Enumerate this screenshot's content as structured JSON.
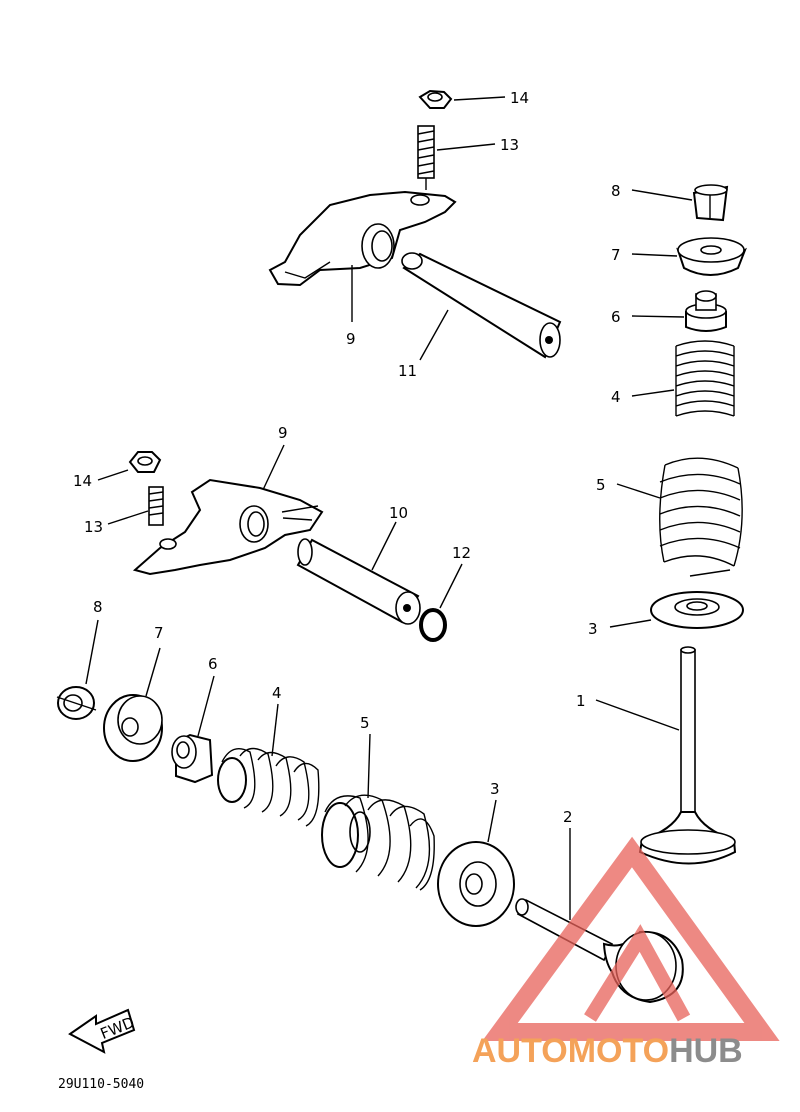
{
  "labels": {
    "l14a": "14",
    "l13a": "13",
    "l9a": "9",
    "l11": "11",
    "l8a": "8",
    "l7a": "7",
    "l6a": "6",
    "l4a": "4",
    "l5a": "5",
    "l3a": "3",
    "l1": "1",
    "l9b": "9",
    "l14b": "14",
    "l13b": "13",
    "l10": "10",
    "l12": "12",
    "l8b": "8",
    "l7b": "7",
    "l6b": "6",
    "l4b": "4",
    "l5b": "5",
    "l3b": "3",
    "l2": "2"
  },
  "fwd_label": "FWD",
  "diagram_code": "29U110-5040",
  "watermark": {
    "part1": "AUTOMOTO",
    "part2": "HUB",
    "color1": "#f4a259",
    "color2": "#8c8c8c",
    "logo_color": "#e8625a"
  }
}
